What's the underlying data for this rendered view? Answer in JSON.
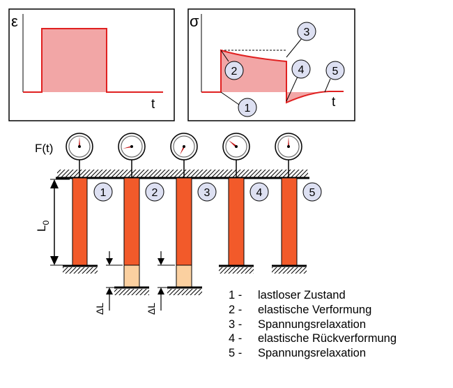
{
  "panel_strain": {
    "axis_label": "ε",
    "time_label": "t"
  },
  "panel_stress": {
    "axis_label": "σ",
    "time_label": "t",
    "markers": [
      "1",
      "2",
      "3",
      "4",
      "5"
    ]
  },
  "specimens": {
    "force_label": "F(t)",
    "length_label": "L",
    "length_subscript": "0",
    "delta_label": "ΔL",
    "numbers": [
      "1",
      "2",
      "3",
      "4",
      "5"
    ]
  },
  "legend": [
    {
      "num": "1 -",
      "text": "lastloser Zustand"
    },
    {
      "num": "2 -",
      "text": "elastische Verformung"
    },
    {
      "num": "3 -",
      "text": "Spannungsrelaxation"
    },
    {
      "num": "4 -",
      "text": "elastische Rückverformung"
    },
    {
      "num": "5 -",
      "text": "Spannungsrelaxation"
    }
  ],
  "colors": {
    "curve": "#e02020",
    "fill": "#f2a6a6",
    "bar": "#f25a2a",
    "bar_extension": "#fbd0a0",
    "marker_fill": "#dde0f2"
  }
}
